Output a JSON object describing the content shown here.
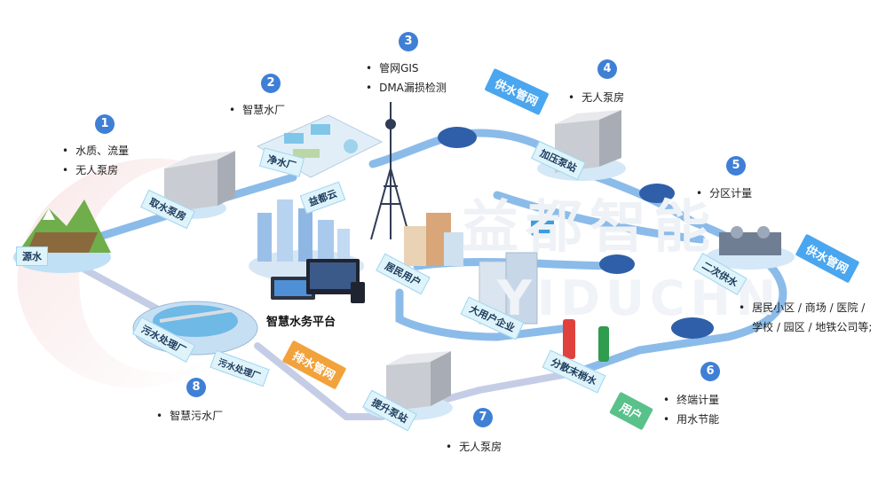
{
  "watermark": {
    "cn": "益都智能",
    "en": "YIDUCHN"
  },
  "steps": [
    {
      "num": "1",
      "lines": [
        "水质、流量",
        "无人泵房"
      ]
    },
    {
      "num": "2",
      "lines": [
        "智慧水厂"
      ]
    },
    {
      "num": "3",
      "lines": [
        "管网GIS",
        "DMA漏损检测"
      ]
    },
    {
      "num": "4",
      "lines": [
        "无人泵房"
      ]
    },
    {
      "num": "5",
      "lines": [
        "分区计量"
      ]
    },
    {
      "num": "6",
      "lines": [
        "终端计量",
        "用水节能"
      ]
    },
    {
      "num": "7",
      "lines": [
        "无人泵房"
      ]
    },
    {
      "num": "8",
      "lines": [
        "智慧污水厂"
      ]
    }
  ],
  "residential_note": [
    "居民小区 / 商场 / 医院 /",
    "学校 / 园区 / 地铁公司等;"
  ],
  "labels": {
    "source": "源水",
    "intake_pump": "取水泵房",
    "water_plant": "净水厂",
    "cloud": "益都云",
    "pressurize": "加压泵站",
    "secondary": "二次供水",
    "resident": "居民用户",
    "big_user": "大用户企业",
    "hydrant": "分散末梢水",
    "lift_pump": "提升泵站",
    "sewage_plant": "污水处理厂",
    "sewage_plant_sign": "污水处理厂"
  },
  "banners": {
    "supply1": "供水管网",
    "supply2": "供水管网",
    "drain": "排水管网",
    "user": "用户"
  },
  "platform": "智慧水务平台",
  "colors": {
    "pipe": "#7fb2e6",
    "pipe_dark": "#4d8fd8",
    "badge": "#3f7fd6",
    "banner_blue": "#4aa6ef",
    "banner_green": "#59c18a"
  }
}
